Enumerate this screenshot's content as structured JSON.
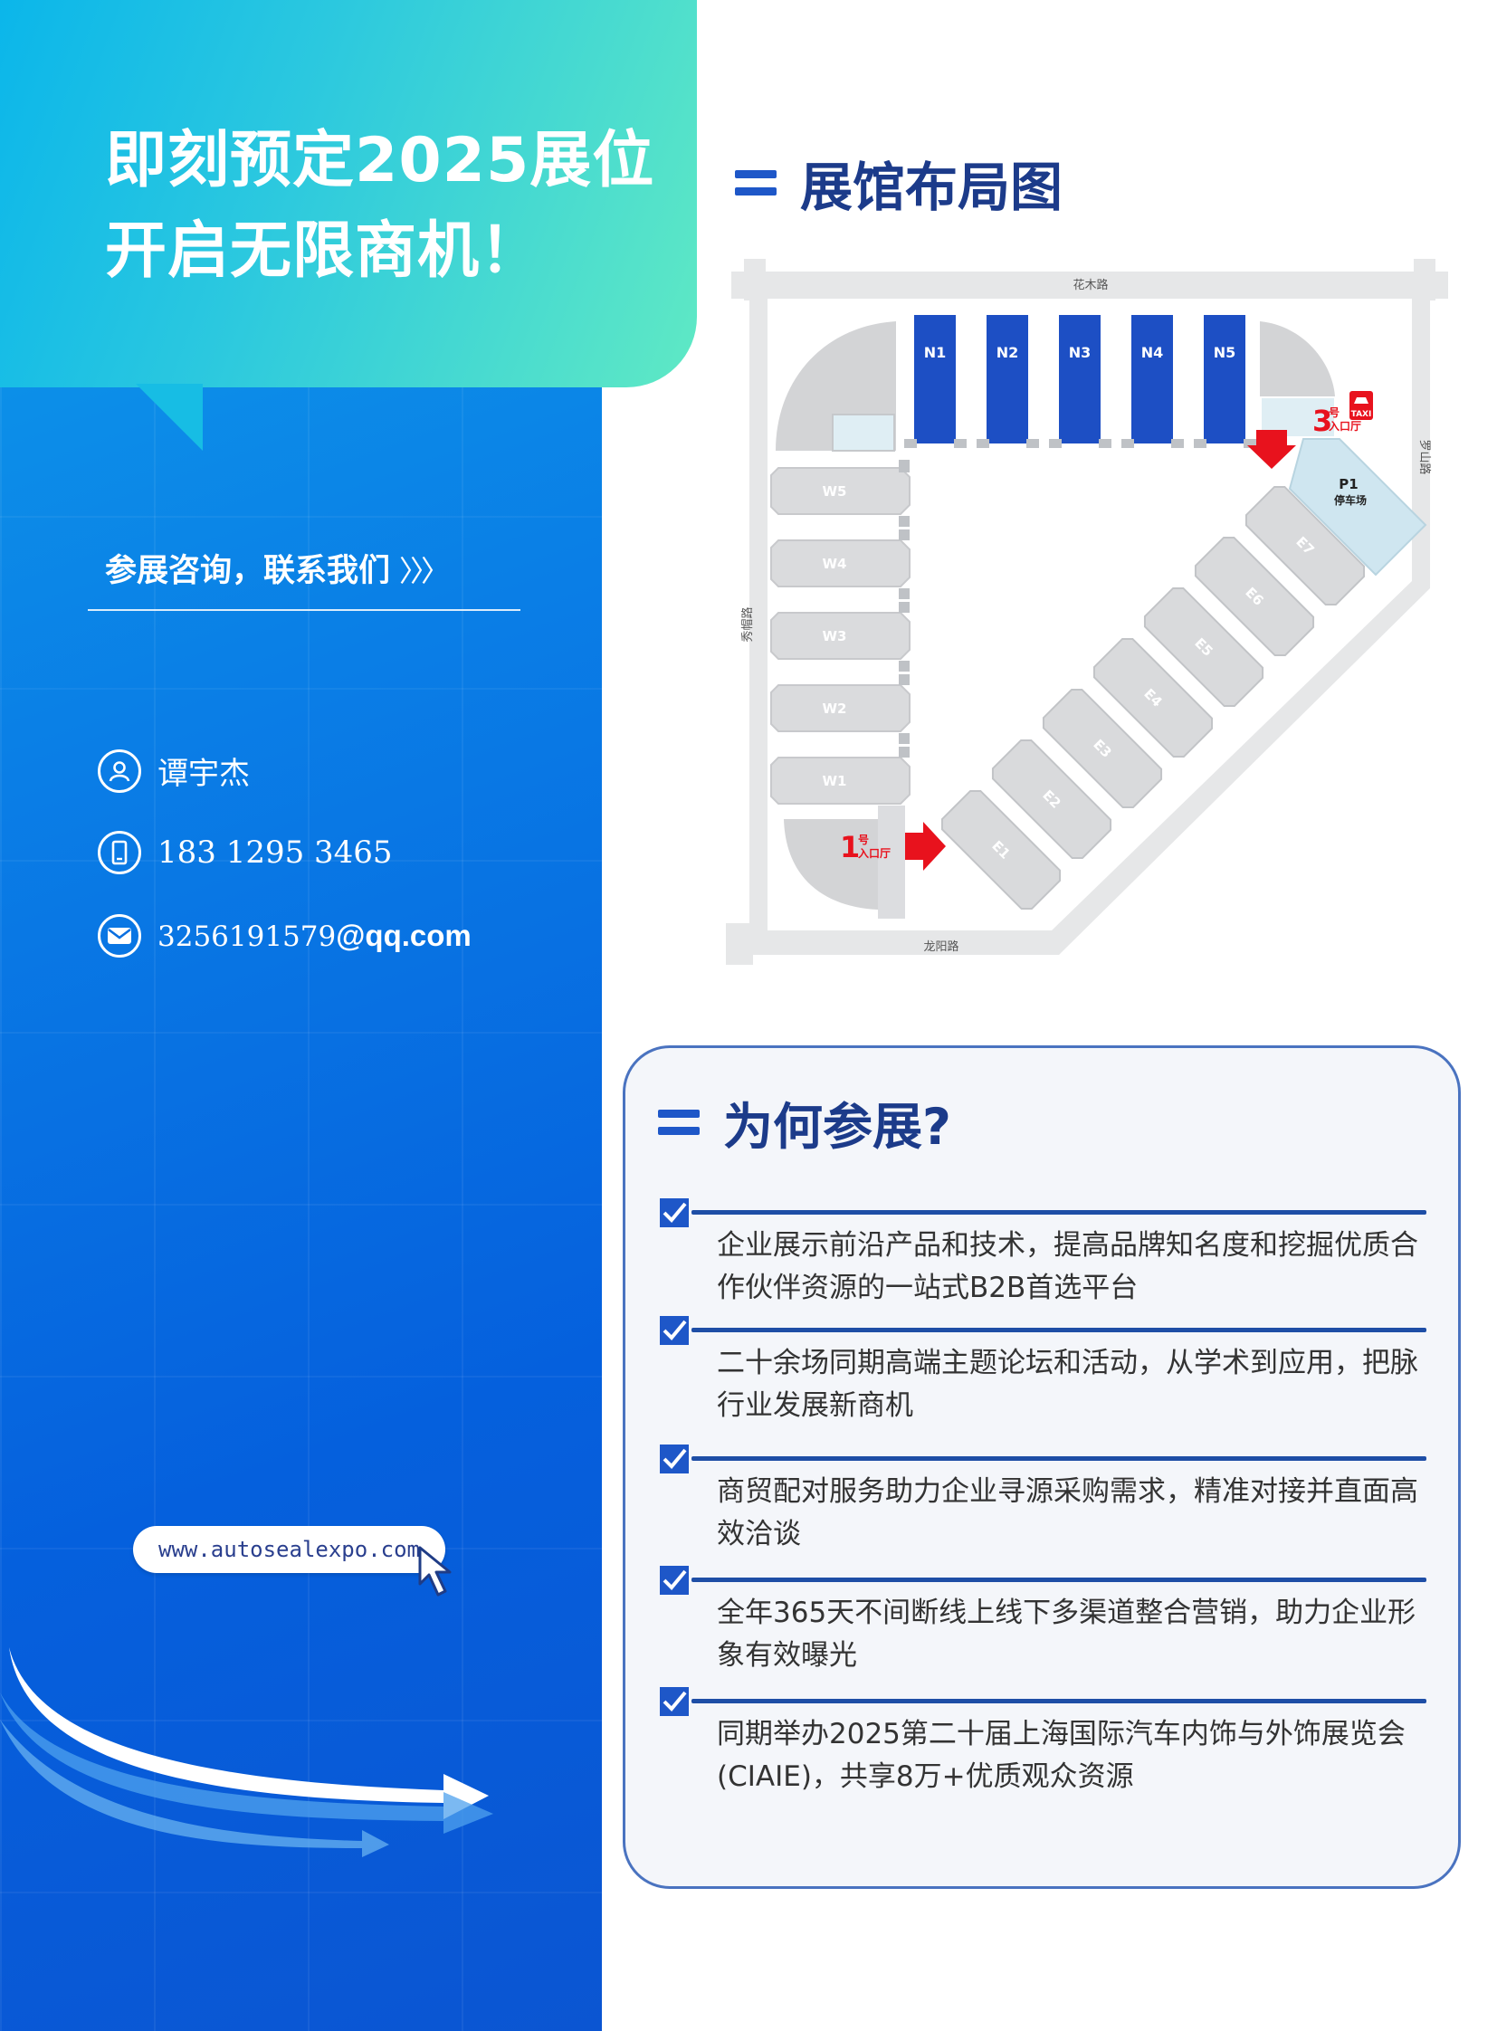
{
  "headline": {
    "line1": "即刻预定2025展位",
    "line2": "开启无限商机！"
  },
  "consult": {
    "label": "参展咨询，联系我们",
    "arrows": "〉〉〉"
  },
  "contacts": {
    "name": "谭宇杰",
    "phone": "183  1295  3465",
    "email_user": "3256191579",
    "email_domain": "@qq.com"
  },
  "website": "www.autosealexpo.com",
  "layout_section": {
    "title": "展馆布局图",
    "roads": {
      "top": "花木路",
      "left": "秀帽路",
      "right": "罗山路",
      "bottom": "龙阳路"
    },
    "north_halls": [
      "N1",
      "N2",
      "N3",
      "N4",
      "N5"
    ],
    "west_halls": [
      "W5",
      "W4",
      "W3",
      "W2",
      "W1"
    ],
    "east_halls": [
      "E1",
      "E2",
      "E3",
      "E4",
      "E5",
      "E6",
      "E7"
    ],
    "entrance1": {
      "num": "1",
      "suffix": "号",
      "hall": "入口厅"
    },
    "entrance3": {
      "num": "3",
      "suffix": "号",
      "hall": "入口厅"
    },
    "taxi": "TAXI",
    "parking": {
      "code": "P1",
      "name": "停车场"
    },
    "colors": {
      "north_hall": "#1d4fc4",
      "hall_gray": "#d9dadc",
      "entrance_red": "#e8121d",
      "parking_blue": "#cfe6f0"
    }
  },
  "why_section": {
    "title": "为何参展?",
    "items": [
      "企业展示前沿产品和技术，提高品牌知名度和挖掘优质合作伙伴资源的一站式B2B首选平台",
      "二十余场同期高端主题论坛和活动，从学术到应用，把脉行业发展新商机",
      "商贸配对服务助力企业寻源采购需求，精准对接并直面高效洽谈",
      "全年365天不间断线上线下多渠道整合营销，助力企业形象有效曝光",
      "同期举办2025第二十届上海国际汽车内饰与外饰展览会(CIAIE)，共享8万+优质观众资源"
    ]
  }
}
